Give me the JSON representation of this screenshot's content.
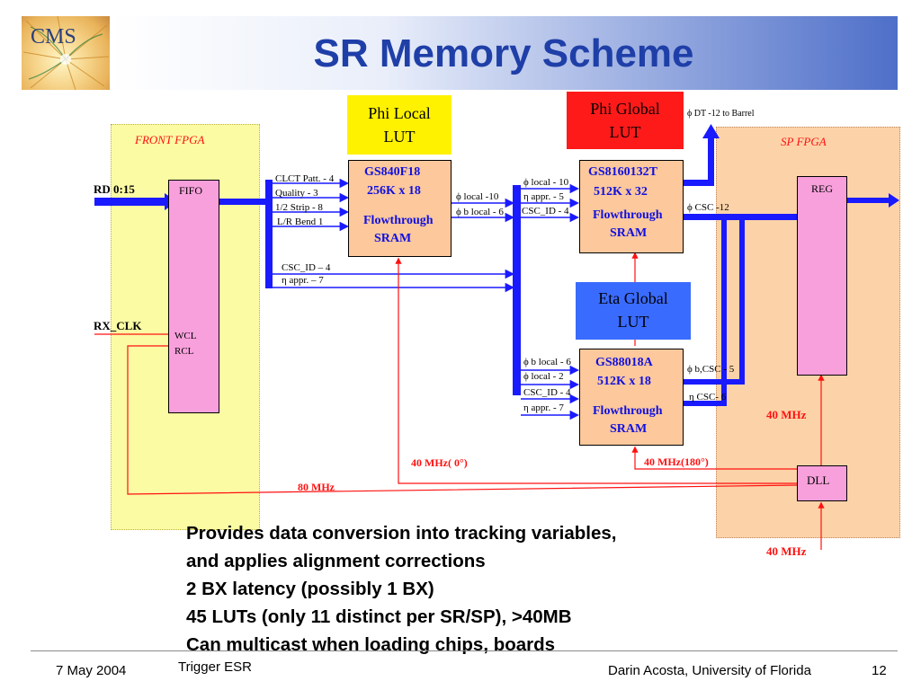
{
  "slide": {
    "title": "SR Memory Scheme",
    "logo_text": "CMS"
  },
  "diagram": {
    "front_fpga": "FRONT  FPGA",
    "sp_fpga": "SP  FPGA",
    "rd_label": "RD 0:15",
    "rxclk_label": "RX_CLK",
    "fifo": {
      "name": "FIFO",
      "wcl": "WCL",
      "rcl": "RCL"
    },
    "reg": "REG",
    "dll": "DLL",
    "phi_local_lut": [
      "Phi Local",
      "LUT"
    ],
    "phi_global_lut": [
      "Phi Global",
      "LUT"
    ],
    "eta_global_lut": [
      "Eta Global",
      "LUT"
    ],
    "sram1": {
      "part": "GS840F18",
      "size": "256K x 18",
      "mode": "Flowthrough",
      "type": "SRAM"
    },
    "sram2": {
      "part": "GS8160132T",
      "size": "512K x 32",
      "mode": "Flowthrough",
      "type": "SRAM"
    },
    "sram3": {
      "part": "GS88018A",
      "size": "512K x 18",
      "mode": "Flowthrough",
      "type": "SRAM"
    },
    "sram1_inputs": [
      "CLCT Patt. - 4",
      "Quality - 3",
      "1/2  Strip - 8",
      "L/R Bend 1"
    ],
    "bypass_signals": [
      "CSC_ID – 4",
      "η appr. – 7"
    ],
    "sram1_outputs": [
      "ϕ local -10",
      "ϕ b local - 6"
    ],
    "sram2_inputs": [
      "ϕ local  - 10",
      "η appr. - 5",
      "CSC_ID - 4"
    ],
    "sram3_inputs": [
      "ϕ b local - 6",
      "ϕ local  - 2",
      "CSC_ID  - 4",
      "η appr.  - 7"
    ],
    "out_phi_dt": "ϕ DT  -12  to Barrel",
    "out_phi_csc": "ϕ CSC  -12",
    "out_phi_b_csc": "ϕ b,CSC - 5",
    "out_eta_csc": "η CSC- 6",
    "clock_40_sp": "40 MHz",
    "clock_40_deg0": "40 MHz( 0°)",
    "clock_40_deg180": "40 MHz(180°)",
    "clock_80": "80 MHz",
    "clock_40_in": "40 MHz"
  },
  "bullets": [
    "Provides data conversion into tracking variables,",
    "and applies alignment corrections",
    "2 BX latency (possibly 1 BX)",
    "45 LUTs (only 11 distinct per SR/SP), >40MB",
    "Can multicast when loading chips, boards"
  ],
  "footer": {
    "date": "7 May 2004",
    "event": "Trigger ESR",
    "author": "Darin Acosta, University of Florida",
    "page": "12"
  },
  "colors": {
    "title": "#1f3fa8",
    "front_fpga_bg": "#fbfba4",
    "sp_fpga_bg": "#fcd3a8",
    "sram_bg": "#fcc89c",
    "fifo_reg_bg": "#f8a0dc",
    "phi_local_lut": "#fff200",
    "phi_global_lut": "#ff1a1a",
    "eta_global_lut": "#3a6bff",
    "bus": "#1a1aff",
    "clock": "#ff1010"
  }
}
